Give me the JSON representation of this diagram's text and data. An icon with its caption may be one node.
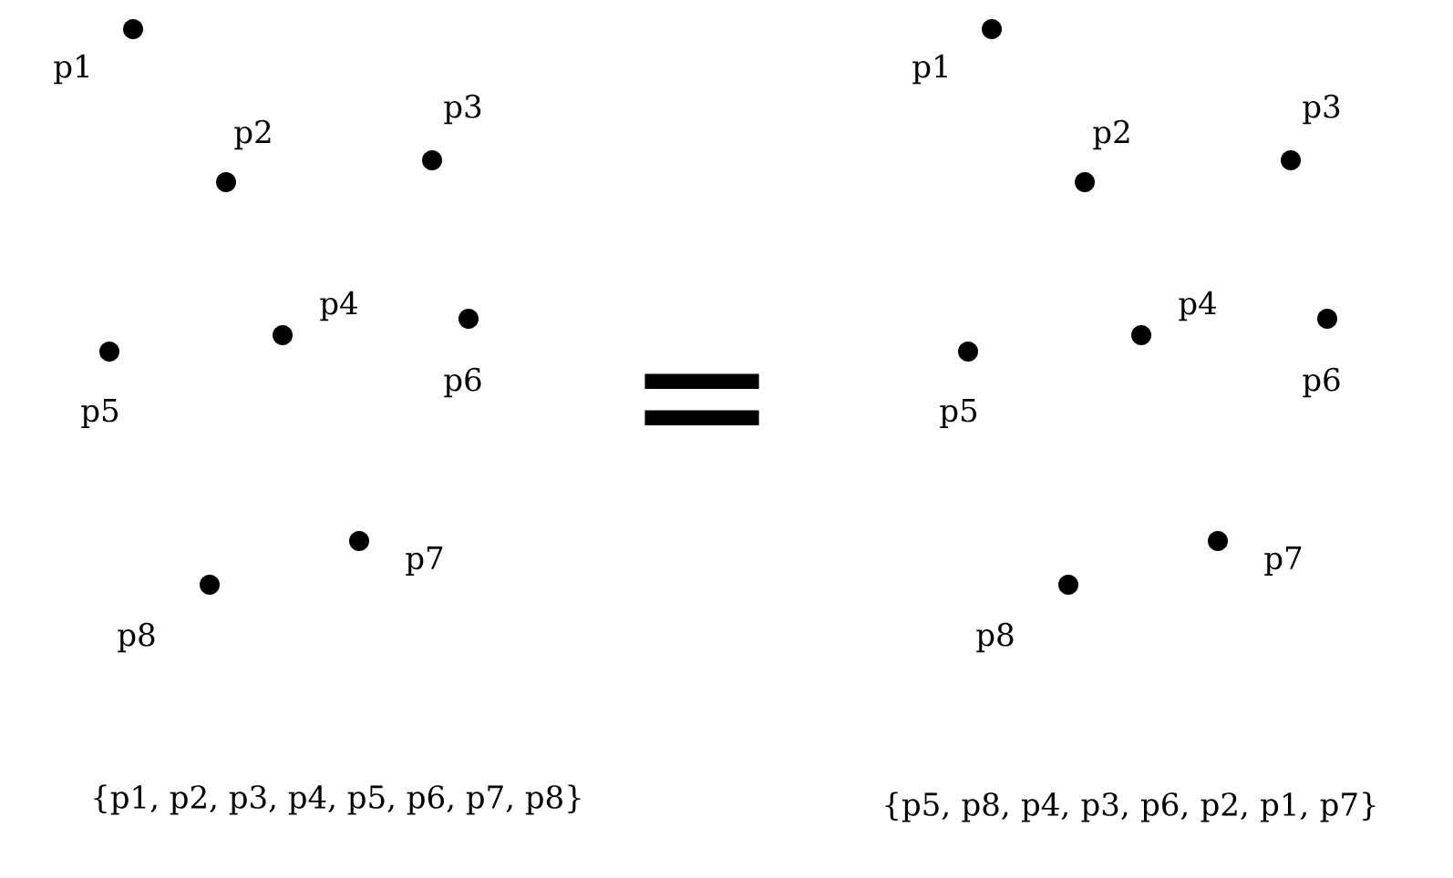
{
  "diagram": {
    "nodes": [
      {
        "text": [],
        "shape": "circle",
        "beside": [
          "p1"
        ]
      },
      {
        "text": [],
        "shape": "circle",
        "beside": [
          "p2"
        ]
      },
      {
        "text": [],
        "shape": "circle",
        "beside": [
          "p3"
        ]
      },
      {
        "text": [],
        "shape": "circle",
        "beside": [
          "p4"
        ]
      },
      {
        "text": [],
        "shape": "circle",
        "beside": [
          "p5"
        ]
      },
      {
        "text": [],
        "shape": "circle",
        "beside": [
          "p6"
        ]
      },
      {
        "text": [],
        "shape": "circle",
        "beside": [
          "p7"
        ]
      },
      {
        "text": [],
        "shape": "circle",
        "beside": [
          "p8"
        ]
      },
      {
        "text": [],
        "shape": "circle",
        "beside": [
          "p1"
        ]
      },
      {
        "text": [],
        "shape": "circle",
        "beside": [
          "p2"
        ]
      },
      {
        "text": [],
        "shape": "circle",
        "beside": [
          "p3"
        ]
      },
      {
        "text": [],
        "shape": "circle",
        "beside": [
          "p4"
        ]
      },
      {
        "text": [],
        "shape": "circle",
        "beside": [
          "p5"
        ]
      },
      {
        "text": [],
        "shape": "circle",
        "beside": [
          "p6"
        ]
      },
      {
        "text": [],
        "shape": "circle",
        "beside": [
          "p7"
        ]
      },
      {
        "text": [],
        "shape": "circle",
        "beside": [
          "p8"
        ]
      }
    ],
    "labels": [
      "=",
      "{p1, p2, p3, p4, p5, p6, p7, p8}",
      "{p5, p8, p4, p3, p6, p2, p1, p7}"
    ]
  }
}
